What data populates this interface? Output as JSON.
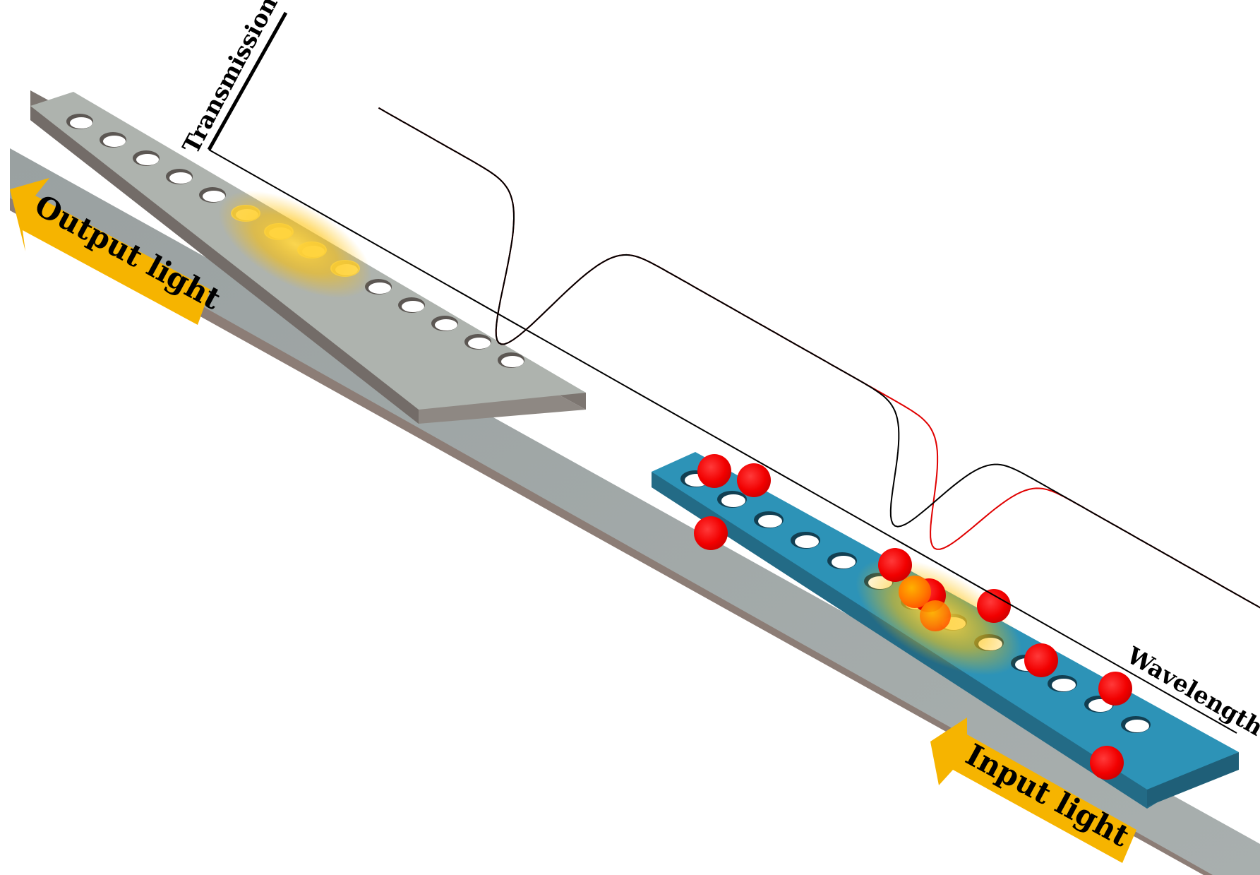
{
  "labels": {
    "transmission": "Transmission",
    "wavelength": "Wavelength",
    "output_light": "Output light",
    "input_light": "Input light"
  },
  "colors": {
    "waveguide_top": "#a2a9a8",
    "waveguide_side": "#8c7d76",
    "upper_cavity_top": "#aeb3ae",
    "upper_cavity_side": "#7d7671",
    "lower_cavity_top": "#2d93b7",
    "lower_cavity_side": "#236b86",
    "arrow": "#f6b400",
    "glow": "#ffc000",
    "particle": "#f20000",
    "reference_curve": "#000000",
    "shifted_curve": "#e00000"
  },
  "icons": {
    "output_arrow": "arrow-left-icon",
    "input_arrow": "arrow-left-icon",
    "particle": "red-sphere-icon"
  }
}
